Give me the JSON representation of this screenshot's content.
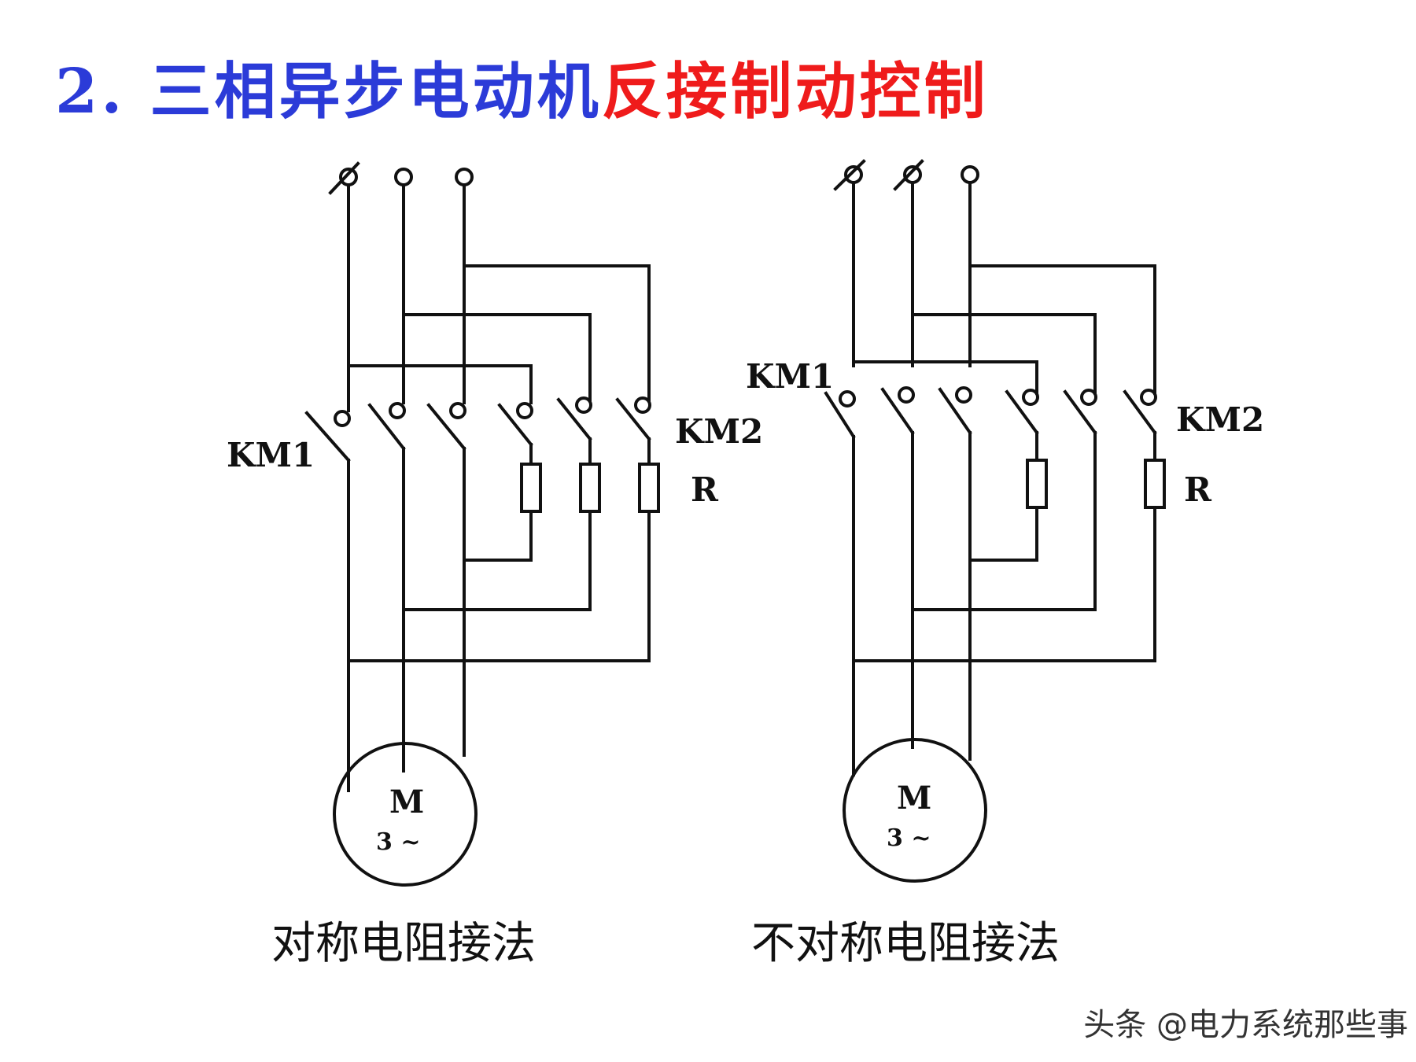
{
  "title": {
    "prefix": "2. 三相异步电动机",
    "highlight": "反接制动控制"
  },
  "colors": {
    "title_blue": "#2b3bd8",
    "title_red": "#ef1b1b",
    "line": "#111111"
  },
  "left_diagram": {
    "contactor_1": "KM1",
    "contactor_2": "KM2",
    "resistor": "R",
    "motor_label": "M",
    "motor_phase": "3 ~",
    "caption": "对称电阻接法"
  },
  "right_diagram": {
    "contactor_1": "KM1",
    "contactor_2": "KM2",
    "resistor": "R",
    "motor_label": "M",
    "motor_phase": "3 ~",
    "caption": "不对称电阻接法"
  },
  "watermark": "头条 @电力系统那些事"
}
